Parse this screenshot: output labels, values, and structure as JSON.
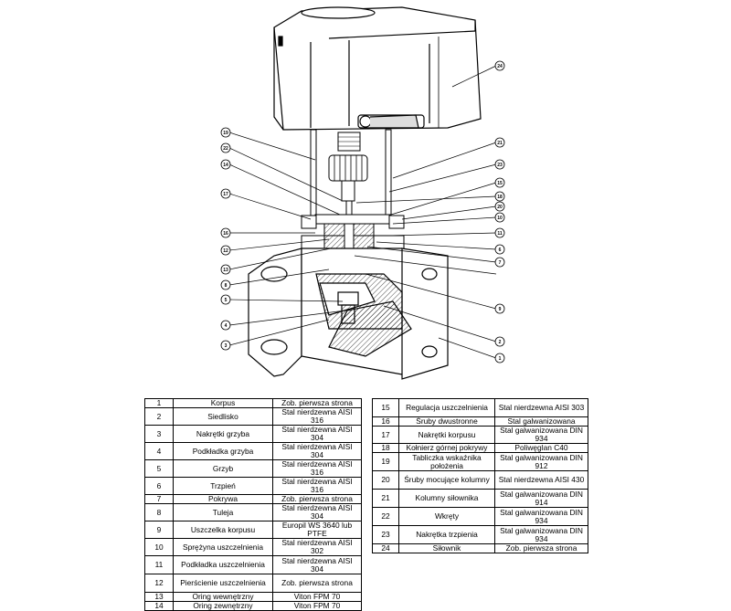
{
  "callouts": [
    "24",
    "19",
    "22",
    "14",
    "17",
    "16",
    "12",
    "13",
    "8",
    "5",
    "4",
    "3",
    "21",
    "23",
    "15",
    "18",
    "20",
    "10",
    "11",
    "6",
    "7",
    "9",
    "2",
    "1"
  ],
  "parts_left": [
    {
      "no": "1",
      "name": "Korpus",
      "material": "Zob. pierwsza strona"
    },
    {
      "no": "2",
      "name": "Siedlisko",
      "material": "Stal nierdzewna AISI 316"
    },
    {
      "no": "3",
      "name": "Nakrętki grzyba",
      "material": "Stal nierdzewna AISI 304"
    },
    {
      "no": "4",
      "name": "Podkładka grzyba",
      "material": "Stal nierdzewna AISI 304"
    },
    {
      "no": "5",
      "name": "Grzyb",
      "material": "Stal nierdzewna AISI 316"
    },
    {
      "no": "6",
      "name": "Trzpień",
      "material": "Stal nierdzewna AISI 316"
    },
    {
      "no": "7",
      "name": "Pokrywa",
      "material": "Zob. pierwsza strona"
    },
    {
      "no": "8",
      "name": "Tuleja",
      "material": "Stal nierdzewna AISI 304"
    },
    {
      "no": "9",
      "name": "Uszczelka korpusu",
      "material": "Europil WS 3640 lub PTFE"
    },
    {
      "no": "10",
      "name": "Sprężyna uszczelnienia",
      "material": "Stal nierdzewna AISI 302"
    },
    {
      "no": "11",
      "name": "Podkładka uszczelnienia",
      "material": "Stal nierdzewna AISI 304"
    },
    {
      "no": "12",
      "name": "Pierścienie uszczelnienia",
      "material": "Zob. pierwsza strona"
    },
    {
      "no": "13",
      "name": "Oring wewnętrzny",
      "material": "Viton FPM 70"
    },
    {
      "no": "14",
      "name": "Oring zewnętrzny",
      "material": "Viton FPM 70"
    }
  ],
  "parts_right": [
    {
      "no": "15",
      "name": "Regulacja uszczelnienia",
      "material": "Stal nierdzewna AISI 303"
    },
    {
      "no": "16",
      "name": "Śruby dwustronne",
      "material": "Stal galwanizowana"
    },
    {
      "no": "17",
      "name": "Nakrętki korpusu",
      "material": "Stal galwanizowana DIN 934"
    },
    {
      "no": "18",
      "name": "Kołnierz górnej pokrywy",
      "material": "Poliwęglan C40"
    },
    {
      "no": "19",
      "name": "Tabliczka wskaźnika położenia",
      "material": "Stal galwanizowana DIN 912"
    },
    {
      "no": "20",
      "name": "Śruby mocujące kolumny",
      "material": "Stal nierdzewna AISI 430"
    },
    {
      "no": "21",
      "name": "Kolumny siłownika",
      "material": "Stal galwanizowana DIN 914"
    },
    {
      "no": "22",
      "name": "Wkręty",
      "material": "Stal galwanizowana DIN 934"
    },
    {
      "no": "23",
      "name": "Nakrętka trzpienia",
      "material": "Stal galwanizowana DIN 934"
    },
    {
      "no": "24",
      "name": "Siłownik",
      "material": "Zob. pierwsza strona"
    }
  ]
}
